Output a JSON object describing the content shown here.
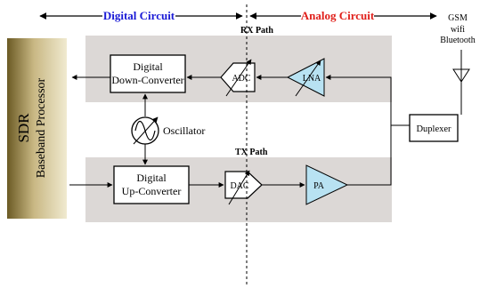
{
  "header": {
    "digital_label": "Digital Circuit",
    "analog_label": "Analog Circuit",
    "digital_color": "#1a1ad6",
    "analog_color": "#e0201b"
  },
  "antenna": {
    "lines": [
      "GSM",
      "wifi",
      "Bluetooth"
    ]
  },
  "rx_path": {
    "label": "RX Path",
    "down_converter": [
      "Digital",
      "Down-Converter"
    ],
    "adc": "ADC",
    "lna": "LNA"
  },
  "tx_path": {
    "label": "TX Path",
    "up_converter": [
      "Digital",
      "Up-Converter"
    ],
    "dac": "DAC",
    "pa": "PA"
  },
  "oscillator": {
    "label": "Oscillator"
  },
  "duplexer": {
    "label": "Duplexer"
  },
  "processor": {
    "line1": "SDR",
    "line2": "Baseband Processor"
  },
  "colors": {
    "path_bg": "#dcd8d6",
    "amp_fill": "#b8e2f2",
    "processor_dark": "#6b5a24",
    "processor_light": "#f0ead0"
  }
}
